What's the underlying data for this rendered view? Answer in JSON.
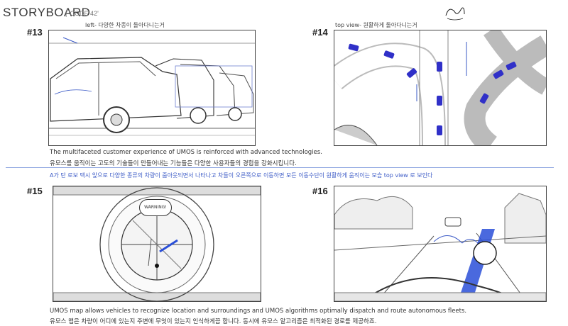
{
  "header": {
    "title": "STORYBOARD",
    "subtitle": "| 'CODE 42'"
  },
  "panels": [
    {
      "number": "#13",
      "caption": "left- 다양한 차종이 돌아다니는거"
    },
    {
      "number": "#14",
      "caption": "top view- 원활하게 돌아다니는거",
      "sketch_note": "반장"
    },
    {
      "number": "#15",
      "bubble": "WARNING!",
      "caption": ""
    },
    {
      "number": "#16",
      "caption": ""
    }
  ],
  "descriptions": {
    "row1_en": "The multifaceted customer experience of UMOS is reinforced with advanced technologies.",
    "row1_ko": "유모스를 움직이는 고도의 기술들이 만들어내는 기능들은 다양한 사용자들의 경험을 강화시킵니다.",
    "row1_note": "A가 탄 로보 택시 앞으로 다양한 종류의 차량이 줌아웃되면서 나타나고 차들이  오른쪽으로 이동하면 모든 이동수단이 원활하게 움직이는 모습 top view 로 보인다",
    "row2_en": "UMOS map allows vehicles to recognize location and surroundings and UMOS algorithms optimally dispatch and route autonomous fleets.",
    "row2_ko": "유모스 맵은 차량이 어디에 있는지 주변에 무엇이 있는지 인식하게끔 합니다. 동시에 유모스 알고리즘은 최적화된 경로를 제공하죠."
  },
  "colors": {
    "accent": "#3a59c6",
    "ink": "#333333",
    "divider": "#6f8fd6"
  }
}
